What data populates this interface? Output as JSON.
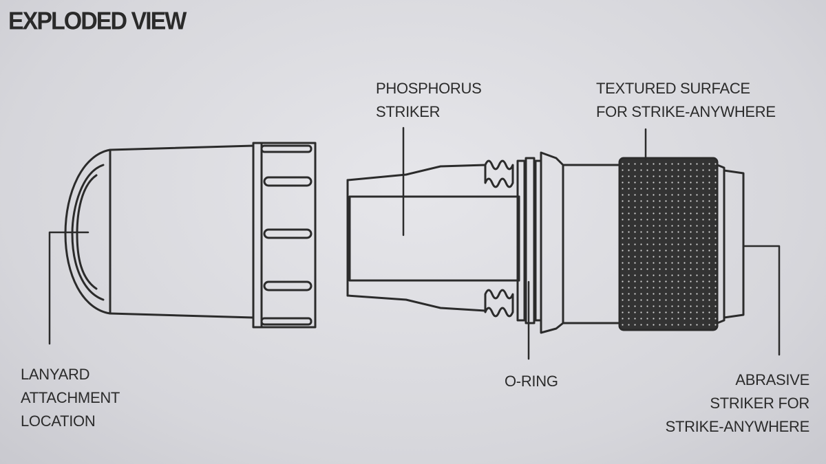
{
  "title": "EXPLODED VIEW",
  "labels": {
    "phosphorus": [
      "PHOSPHORUS",
      "STRIKER"
    ],
    "textured": [
      "TEXTURED SURFACE",
      "FOR STRIKE-ANYWHERE"
    ],
    "lanyard": [
      "LANYARD",
      "ATTACHMENT",
      "LOCATION"
    ],
    "oring": [
      "O-RING"
    ],
    "abrasive": [
      "ABRASIVE",
      "STRIKER FOR",
      "STRIKE-ANYWHERE"
    ]
  },
  "colors": {
    "ink": "#2b2b2b",
    "paper": "#dcdce0",
    "textured_fill": "#3a3a3a"
  }
}
